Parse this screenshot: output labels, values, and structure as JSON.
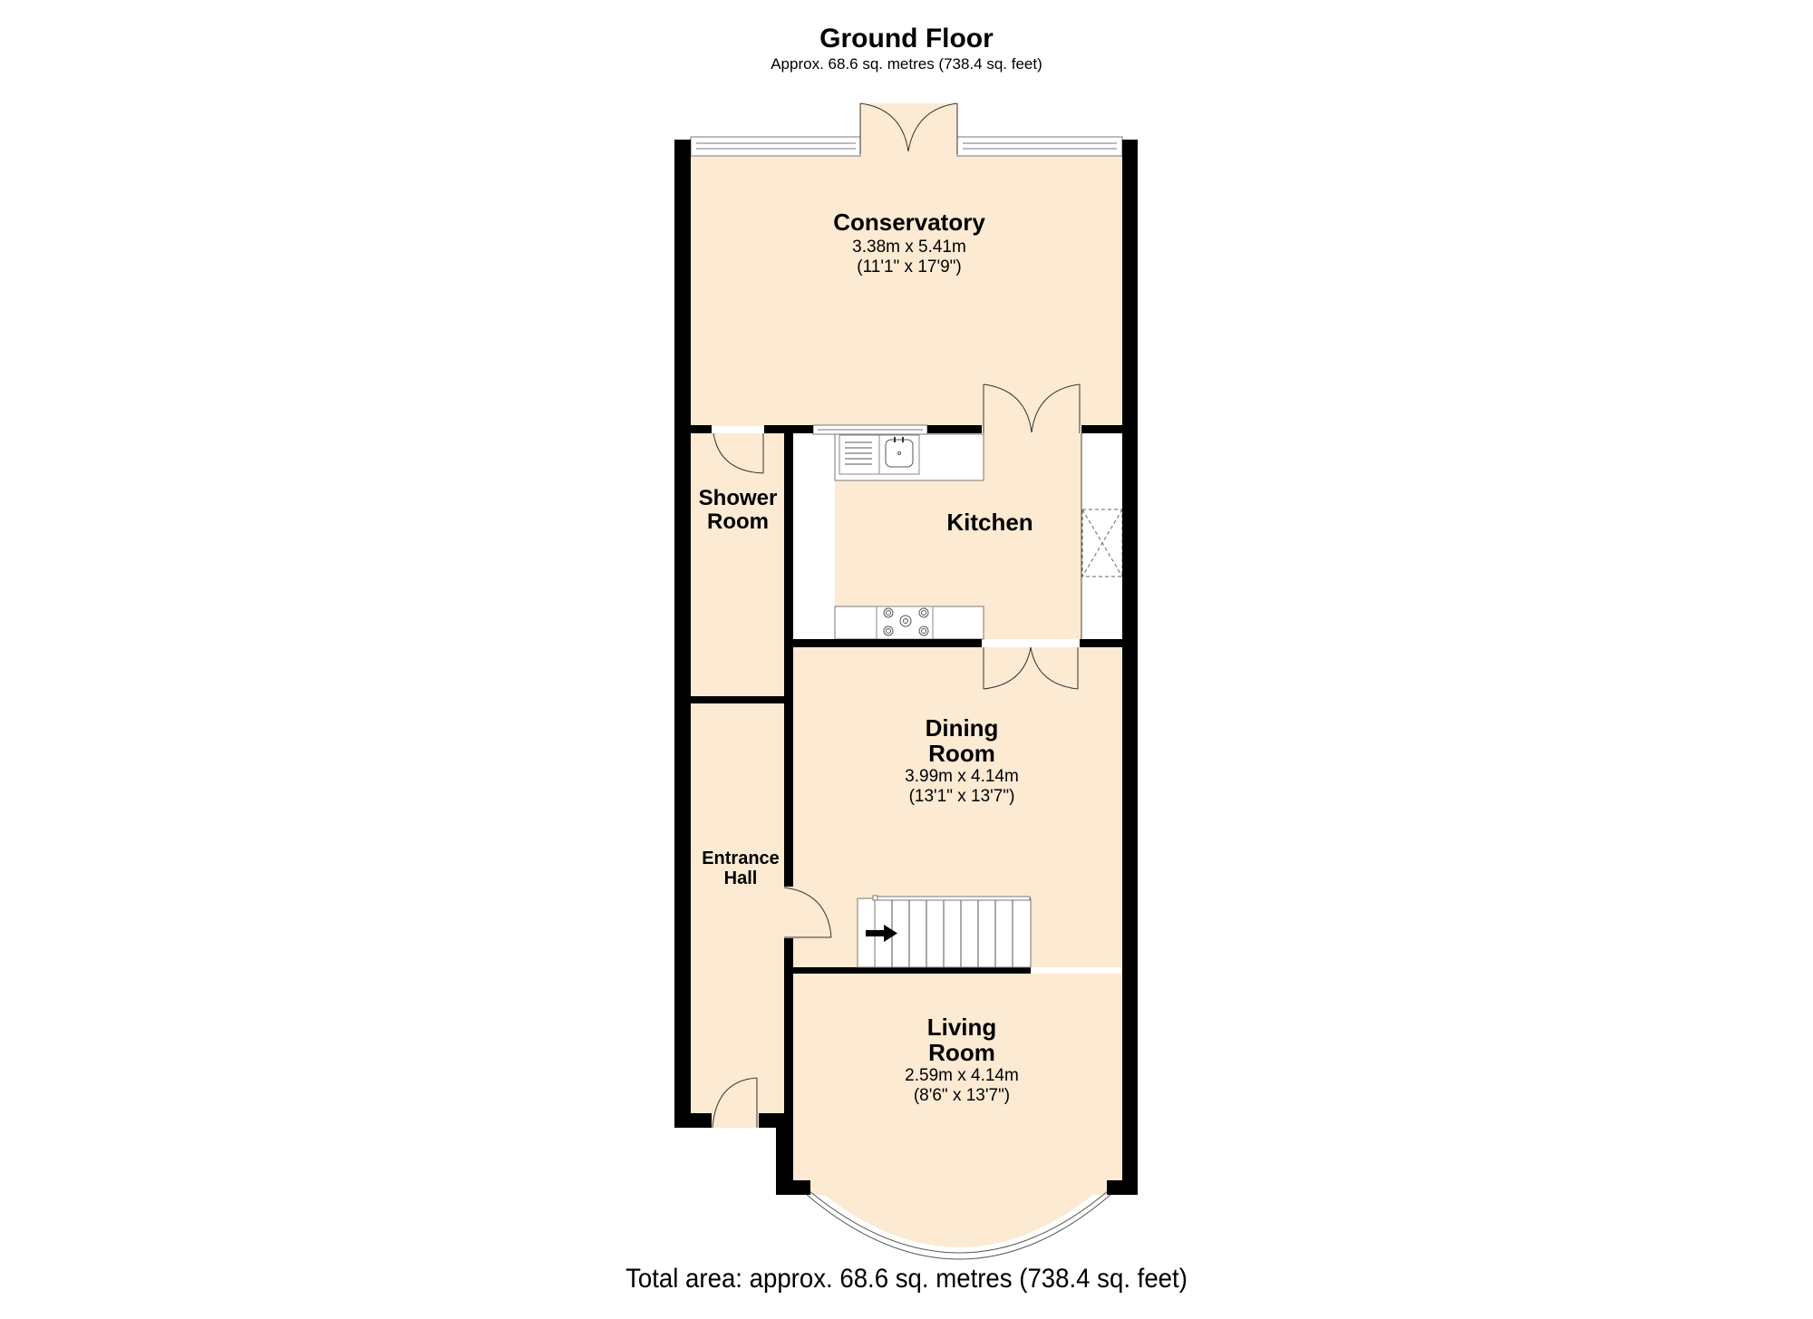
{
  "header": {
    "title": "Ground Floor",
    "subtitle": "Approx. 68.6 sq. metres (738.4 sq. feet)"
  },
  "colors": {
    "floor_fill": "#FCEAD3",
    "wall": "#000000",
    "fixture_fill": "#FFFFFF",
    "line": "#555555"
  },
  "rooms": [
    {
      "name": "Conservatory",
      "name_line2": "",
      "metric": "3.38m x 5.41m",
      "imperial": "(11'1\" x 17'9\")"
    },
    {
      "name": "Shower",
      "name_line2": "Room",
      "metric": "",
      "imperial": ""
    },
    {
      "name": "Kitchen",
      "name_line2": "",
      "metric": "",
      "imperial": ""
    },
    {
      "name": "Dining",
      "name_line2": "Room",
      "metric": "3.99m x 4.14m",
      "imperial": "(13'1\" x 13'7\")"
    },
    {
      "name": "Entrance",
      "name_line2": "Hall",
      "metric": "",
      "imperial": ""
    },
    {
      "name": "Living",
      "name_line2": "Room",
      "metric": "2.59m x 4.14m",
      "imperial": "(8'6\" x 13'7\")"
    }
  ],
  "icons": {
    "stairs": "stairs-up-arrow",
    "doors": "door-swing-arc",
    "sink": "kitchen-sink",
    "hob": "cooker-hob",
    "window": "window"
  },
  "footer": {
    "total_area": "Total area: approx. 68.6 sq. metres (738.4 sq. feet)"
  }
}
